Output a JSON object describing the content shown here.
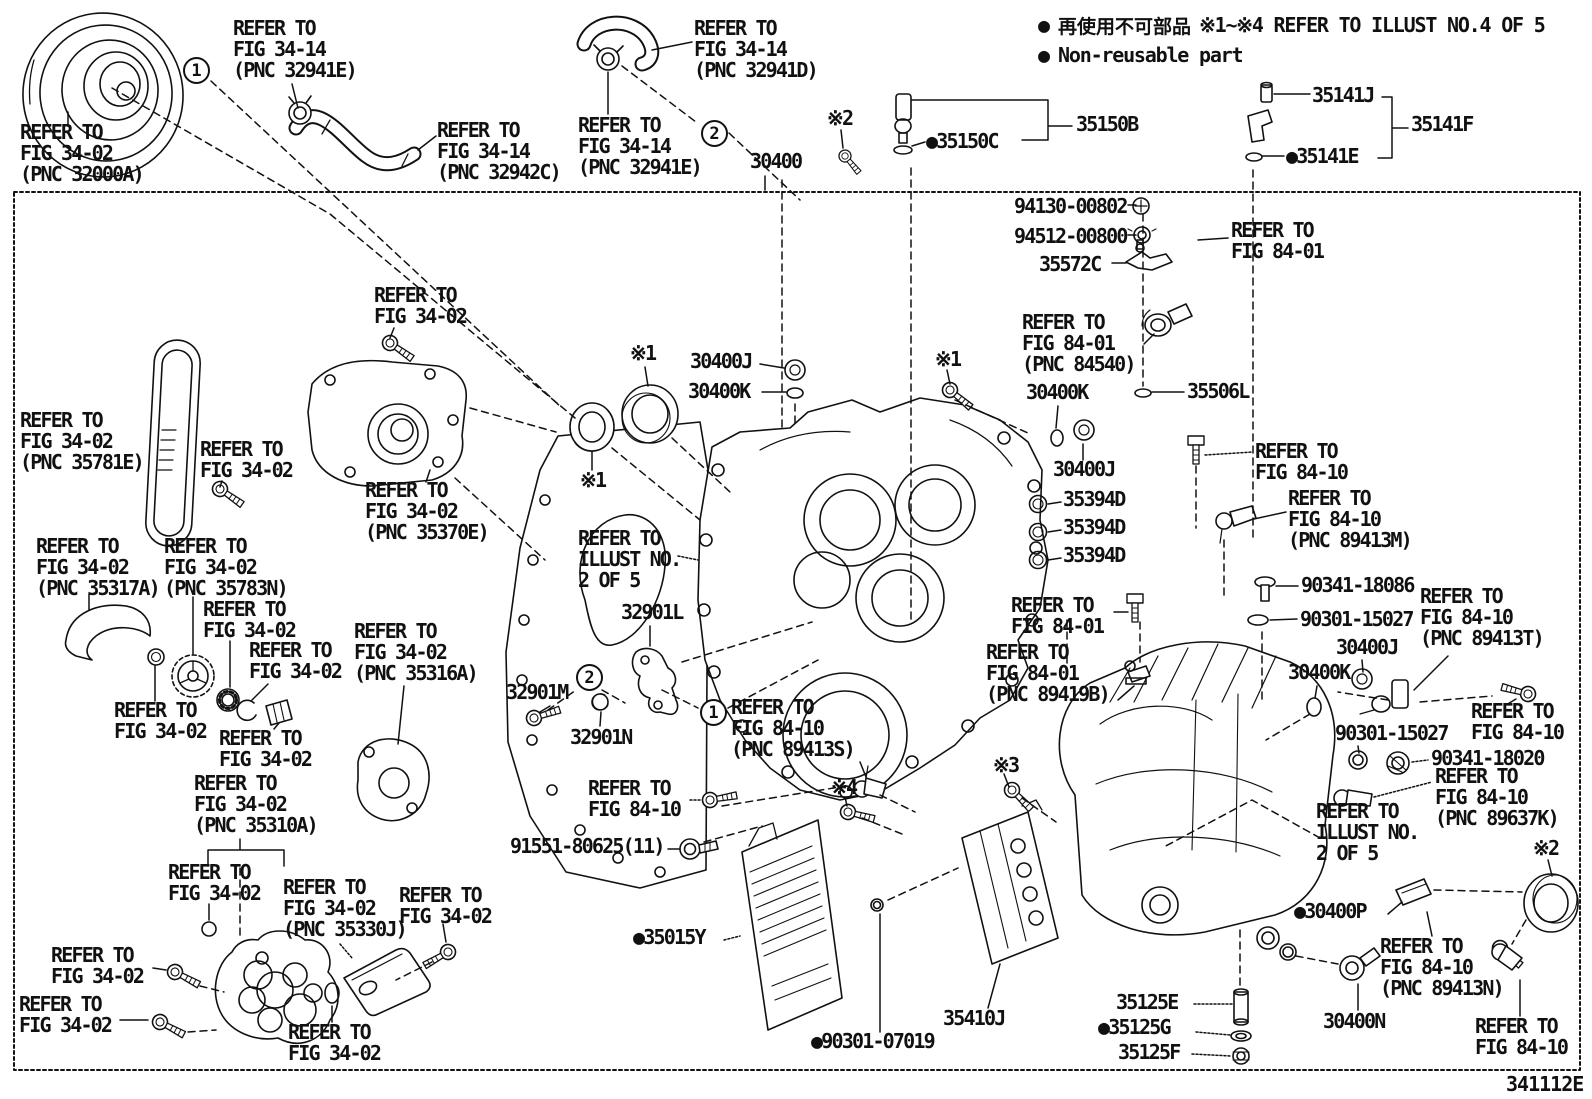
{
  "page": {
    "doc_number": "341112E"
  },
  "legend": {
    "bullet": "●",
    "jp": "再使用不可部品",
    "note": "※1~※4 REFER TO ILLUST NO.4 OF 5",
    "en": "Non-reusable part"
  },
  "callouts": {
    "top_left": "1",
    "top_mid": "2",
    "mid_left": "2",
    "mid_right": "1"
  },
  "labels": [
    {
      "id": "refer-fig34-02-pnc32000a",
      "text": "REFER TO\nFIG 34-02\n(PNC 32000A)"
    },
    {
      "id": "refer-fig34-14-pnc32941e-a",
      "text": "REFER TO\nFIG 34-14\n(PNC 32941E)"
    },
    {
      "id": "refer-fig34-14-pnc32942c",
      "text": "REFER TO\nFIG 34-14\n(PNC 32942C)"
    },
    {
      "id": "refer-fig34-14-pnc32941e-b",
      "text": "REFER TO\nFIG 34-14\n(PNC 32941E)"
    },
    {
      "id": "refer-fig34-14-pnc32941d",
      "text": "REFER TO\nFIG 34-14\n(PNC 32941D)"
    },
    {
      "id": "part-30400",
      "text": "30400"
    },
    {
      "id": "sym-x2-top",
      "text": "※2"
    },
    {
      "id": "part-35150c",
      "text": "●35150C"
    },
    {
      "id": "part-35150b",
      "text": "35150B"
    },
    {
      "id": "part-35141j",
      "text": "35141J"
    },
    {
      "id": "part-35141f",
      "text": "35141F"
    },
    {
      "id": "part-35141e",
      "text": "●35141E"
    },
    {
      "id": "part-94130-00802",
      "text": "94130-00802"
    },
    {
      "id": "part-94512-00800",
      "text": "94512-00800"
    },
    {
      "id": "part-35572c",
      "text": "35572C"
    },
    {
      "id": "refer-fig84-01-a",
      "text": "REFER TO\nFIG 84-01"
    },
    {
      "id": "refer-fig84-01-pnc84540",
      "text": "REFER TO\nFIG 84-01\n(PNC 84540)"
    },
    {
      "id": "part-30400k-a",
      "text": "30400K"
    },
    {
      "id": "part-35506l",
      "text": "35506L"
    },
    {
      "id": "refer-fig34-02-a",
      "text": "REFER TO\nFIG 34-02"
    },
    {
      "id": "refer-fig34-02-pnc35781e",
      "text": "REFER TO\nFIG 34-02\n(PNC 35781E)"
    },
    {
      "id": "refer-fig34-02-b",
      "text": "REFER TO\nFIG 34-02"
    },
    {
      "id": "refer-fig34-02-pnc35370e",
      "text": "REFER TO\nFIG 34-02\n(PNC 35370E)"
    },
    {
      "id": "sym-x1-a",
      "text": "※1"
    },
    {
      "id": "part-30400j-a",
      "text": "30400J"
    },
    {
      "id": "part-30400k-b",
      "text": "30400K"
    },
    {
      "id": "sym-x1-b",
      "text": "※1"
    },
    {
      "id": "sym-x1-c",
      "text": "※1"
    },
    {
      "id": "refer-illust-2of5-a",
      "text": "REFER TO\nILLUST NO.\n2 OF 5"
    },
    {
      "id": "part-32901l",
      "text": "32901L"
    },
    {
      "id": "part-30400j-b",
      "text": "30400J"
    },
    {
      "id": "part-35394d-1",
      "text": "35394D"
    },
    {
      "id": "part-35394d-2",
      "text": "35394D"
    },
    {
      "id": "part-35394d-3",
      "text": "35394D"
    },
    {
      "id": "refer-fig84-10-a",
      "text": "REFER TO\nFIG 84-10"
    },
    {
      "id": "refer-fig84-10-pnc89413m",
      "text": "REFER TO\nFIG 84-10\n(PNC 89413M)"
    },
    {
      "id": "part-90341-18086",
      "text": "90341-18086"
    },
    {
      "id": "part-90301-15027-a",
      "text": "90301-15027"
    },
    {
      "id": "refer-fig84-01-b",
      "text": "REFER TO\nFIG 84-01"
    },
    {
      "id": "refer-fig84-01-pnc89419b",
      "text": "REFER TO\nFIG 84-01\n(PNC 89419B)"
    },
    {
      "id": "part-30400j-c",
      "text": "30400J"
    },
    {
      "id": "part-30400k-c",
      "text": "30400K"
    },
    {
      "id": "refer-fig84-10-pnc89413t",
      "text": "REFER TO\nFIG 84-10\n(PNC 89413T)"
    },
    {
      "id": "part-90301-15027-b",
      "text": "90301-15027"
    },
    {
      "id": "part-90341-18020",
      "text": "90341-18020"
    },
    {
      "id": "refer-fig84-10-b",
      "text": "REFER TO\nFIG 84-10"
    },
    {
      "id": "refer-fig84-10-pnc89637k",
      "text": "REFER TO\nFIG 84-10\n(PNC 89637K)"
    },
    {
      "id": "part-32901m",
      "text": "32901M"
    },
    {
      "id": "part-32901n",
      "text": "32901N"
    },
    {
      "id": "refer-fig84-10-pnc89413s",
      "text": "REFER TO\nFIG 84-10\n(PNC 89413S)"
    },
    {
      "id": "refer-fig84-10-c",
      "text": "REFER TO\nFIG 84-10"
    },
    {
      "id": "sym-x4",
      "text": "※4"
    },
    {
      "id": "sym-x3",
      "text": "※3"
    },
    {
      "id": "part-91551-80625",
      "text": "91551-80625(11)"
    },
    {
      "id": "refer-fig34-02-pnc35317a",
      "text": "REFER TO\nFIG 34-02\n(PNC 35317A)"
    },
    {
      "id": "refer-fig34-02-pnc35783n",
      "text": "REFER TO\nFIG 34-02\n(PNC 35783N)"
    },
    {
      "id": "refer-fig34-02-c",
      "text": "REFER TO\nFIG 34-02"
    },
    {
      "id": "refer-fig34-02-d",
      "text": "REFER TO\nFIG 34-02"
    },
    {
      "id": "refer-fig34-02-pnc35316a",
      "text": "REFER TO\nFIG 34-02\n(PNC 35316A)"
    },
    {
      "id": "refer-fig34-02-e",
      "text": "REFER TO\nFIG 34-02"
    },
    {
      "id": "refer-fig34-02-f",
      "text": "REFER TO\nFIG 34-02"
    },
    {
      "id": "refer-fig34-02-pnc35310a",
      "text": "REFER TO\nFIG 34-02\n(PNC 35310A)"
    },
    {
      "id": "refer-fig34-02-g",
      "text": "REFER TO\nFIG 34-02"
    },
    {
      "id": "refer-fig34-02-pnc35330j",
      "text": "REFER TO\nFIG 34-02\n(PNC 35330J)"
    },
    {
      "id": "refer-fig34-02-h",
      "text": "REFER TO\nFIG 34-02"
    },
    {
      "id": "refer-fig34-02-i",
      "text": "REFER TO\nFIG 34-02"
    },
    {
      "id": "refer-fig34-02-j",
      "text": "REFER TO\nFIG 34-02"
    },
    {
      "id": "refer-fig34-02-k",
      "text": "REFER TO\nFIG 34-02"
    },
    {
      "id": "part-35015y",
      "text": "●35015Y"
    },
    {
      "id": "part-90301-07019",
      "text": "●90301-07019"
    },
    {
      "id": "part-35410j",
      "text": "35410J"
    },
    {
      "id": "part-35125e",
      "text": "35125E"
    },
    {
      "id": "part-35125g",
      "text": "●35125G"
    },
    {
      "id": "part-35125f",
      "text": "35125F"
    },
    {
      "id": "refer-illust-2of5-b",
      "text": "REFER TO\nILLUST NO.\n2 OF 5"
    },
    {
      "id": "sym-x2-b",
      "text": "※2"
    },
    {
      "id": "part-30400p",
      "text": "●30400P"
    },
    {
      "id": "refer-fig84-10-pnc89413n",
      "text": "REFER TO\nFIG 84-10\n(PNC 89413N)"
    },
    {
      "id": "part-30400n",
      "text": "30400N"
    },
    {
      "id": "refer-fig84-10-d",
      "text": "REFER TO\nFIG 84-10"
    }
  ]
}
